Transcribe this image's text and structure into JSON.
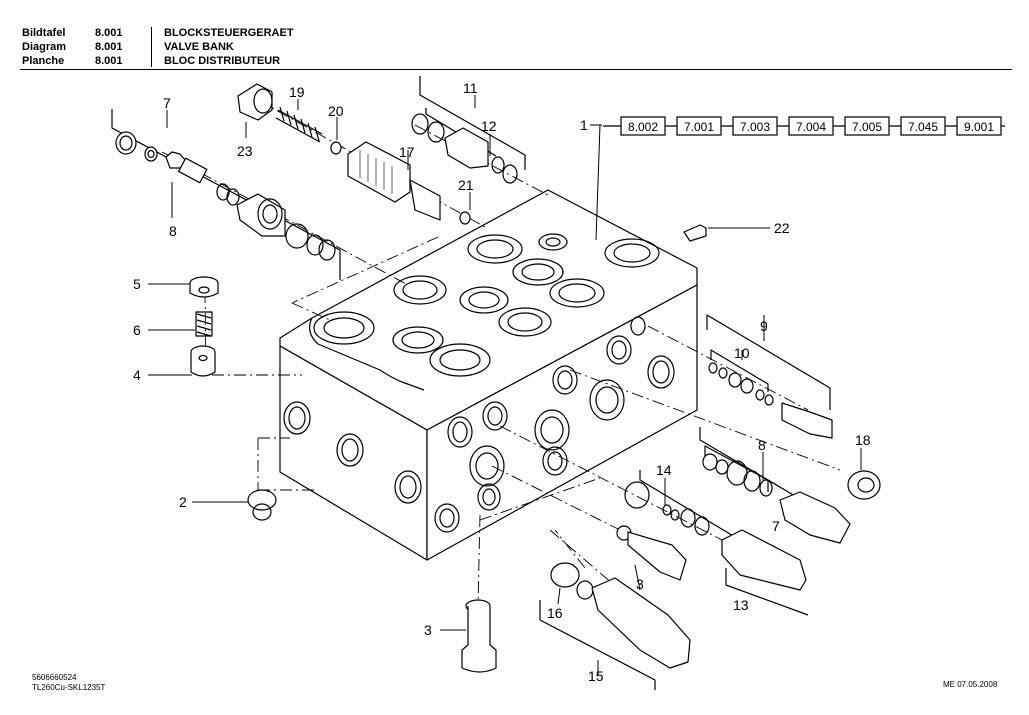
{
  "header": {
    "labels": [
      "Bildtafel",
      "Diagram",
      "Planche"
    ],
    "numbers": [
      "8.001",
      "8.001",
      "8.001"
    ],
    "titles": [
      "BLOCKSTEUERGERAET",
      "VALVE BANK",
      "BLOC DISTRIBUTEUR"
    ]
  },
  "callouts": {
    "c1": "1",
    "c2": "2",
    "c3a": "3",
    "c3b": "3",
    "c4": "4",
    "c5": "5",
    "c6": "6",
    "c7a": "7",
    "c7b": "7",
    "c8a": "8",
    "c8b": "8",
    "c9": "9",
    "c10": "10",
    "c11": "11",
    "c12": "12",
    "c13": "13",
    "c14": "14",
    "c15": "15",
    "c16": "16",
    "c17": "17",
    "c18": "18",
    "c19": "19",
    "c20": "20",
    "c21": "21",
    "c22": "22",
    "c23": "23"
  },
  "references": [
    "8.002",
    "7.001",
    "7.003",
    "7.004",
    "7.005",
    "7.045",
    "9.001"
  ],
  "footer": {
    "doc_number": "5606660524",
    "model_code": "TL260Cu-SKL1235T",
    "date_stamp": "ME  07.05.2008"
  }
}
